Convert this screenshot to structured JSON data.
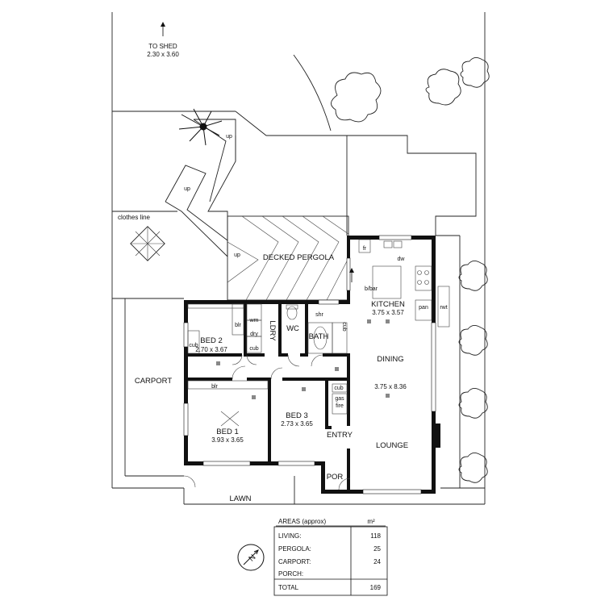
{
  "labels": {
    "to_shed": "TO SHED",
    "shed_size": "2.30 x 3.60",
    "clothes_line": "clothes line",
    "up": "up",
    "decked_pergola": "DECKED PERGOLA",
    "kitchen": "KITCHEN",
    "kitchen_size": "3.75 x 3.57",
    "fr": "fr",
    "dw": "dw",
    "b_bar": "b/bar",
    "pan": "pan",
    "rwt": "rwt",
    "bed2": "BED 2",
    "bed2_size": "2.70 x 3.67",
    "blr": "blr",
    "wm": "wm",
    "dry": "dry",
    "cub": "cub",
    "ldry": "LDRY",
    "wc": "WC",
    "shr": "shr",
    "bath": "BATH",
    "dining": "DINING",
    "dining_size": "3.75 x 8.36",
    "lounge": "LOUNGE",
    "carport": "CARPORT",
    "bed1": "BED 1",
    "bed1_size": "3.93 x 3.65",
    "bed3": "BED 3",
    "bed3_size": "2.73 x 3.65",
    "gas_fire": "gas fire",
    "entry": "ENTRY",
    "por": "POR",
    "lawn": "LAWN"
  },
  "areas": {
    "title": "AREAS (approx)",
    "unit": "m²",
    "rows": [
      {
        "name": "LIVING:",
        "value": "118"
      },
      {
        "name": "PERGOLA:",
        "value": "25"
      },
      {
        "name": "CARPORT:",
        "value": "24"
      },
      {
        "name": "PORCH:",
        "value": ""
      }
    ],
    "total_name": "TOTAL",
    "total_value": "169"
  },
  "compass_letter": "N"
}
